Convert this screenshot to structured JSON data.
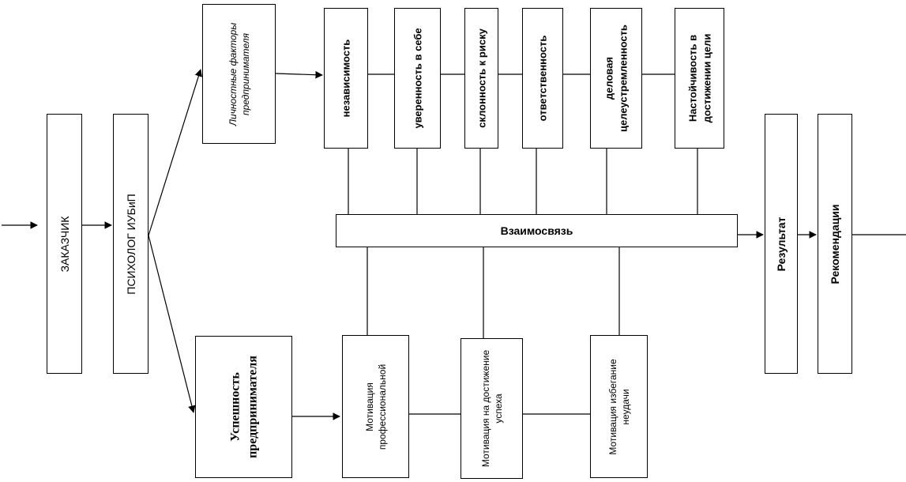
{
  "zakazchik": "ЗАКАЗЧИК",
  "psychologist": "ПСИХОЛОГ ИУБиП",
  "personal_factors": "Личностные факторы предпринимателя",
  "traits": [
    "независимость",
    "уверенность в себе",
    "склонность к риску",
    "ответственность",
    "деловая целеустремленность",
    "Настойчивость в достижении цели"
  ],
  "relation": "Взаимосвязь",
  "success": "Успешность предпринимателя",
  "motivations": [
    "Мотивация профессиональной",
    "Мотивация на достижение успеха",
    "Мотивация избегание неудачи"
  ],
  "result": "Результат",
  "recommendations": "Рекомендации"
}
